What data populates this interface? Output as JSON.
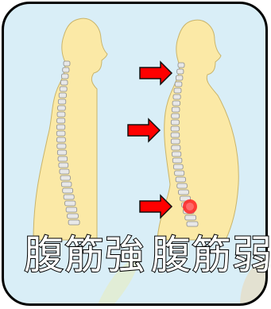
{
  "labels": {
    "strong": "腹筋強",
    "weak": "腹筋弱"
  },
  "colors": {
    "background": "#d9eef7",
    "body": "#fbe9a6",
    "body_outline": "#c9b46a",
    "spine": "#e8e8e8",
    "arrow": "#ff0000",
    "pain": "#ff2020",
    "frame": "#000000"
  },
  "figures": [
    {
      "name": "strong",
      "posture": "upright"
    },
    {
      "name": "weak",
      "posture": "swayback",
      "arrow_count": 3,
      "pain_marker": "lower-back"
    }
  ]
}
